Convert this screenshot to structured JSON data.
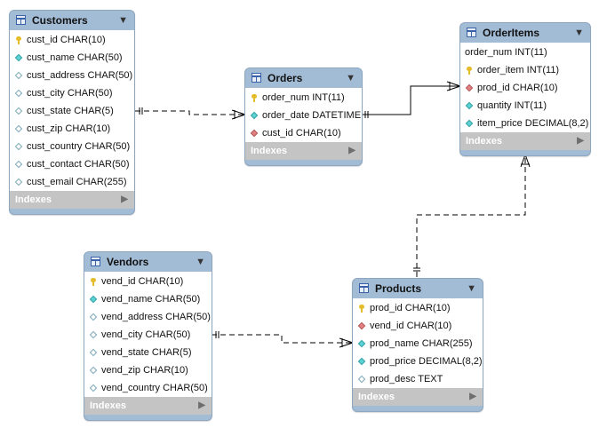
{
  "diagram": {
    "tables": [
      {
        "id": "customers",
        "name": "Customers",
        "indexes_label": "Indexes",
        "columns": [
          {
            "text": "cust_id CHAR(10)",
            "icon": "key-icon"
          },
          {
            "text": "cust_name CHAR(50)",
            "icon": "cyan-diamond-icon"
          },
          {
            "text": "cust_address CHAR(50)",
            "icon": "empty-diamond-icon"
          },
          {
            "text": "cust_city CHAR(50)",
            "icon": "empty-diamond-icon"
          },
          {
            "text": "cust_state CHAR(5)",
            "icon": "empty-diamond-icon"
          },
          {
            "text": "cust_zip CHAR(10)",
            "icon": "empty-diamond-icon"
          },
          {
            "text": "cust_country CHAR(50)",
            "icon": "empty-diamond-icon"
          },
          {
            "text": "cust_contact CHAR(50)",
            "icon": "empty-diamond-icon"
          },
          {
            "text": "cust_email CHAR(255)",
            "icon": "empty-diamond-icon"
          }
        ]
      },
      {
        "id": "orders",
        "name": "Orders",
        "indexes_label": "Indexes",
        "columns": [
          {
            "text": "order_num INT(11)",
            "icon": "key-icon"
          },
          {
            "text": "order_date DATETIME",
            "icon": "cyan-diamond-icon"
          },
          {
            "text": "cust_id CHAR(10)",
            "icon": "red-diamond-icon"
          }
        ]
      },
      {
        "id": "orderitems",
        "name": "OrderItems",
        "indexes_label": "Indexes",
        "columns": [
          {
            "text": "order_num INT(11)",
            "icon": "none"
          },
          {
            "text": "order_item INT(11)",
            "icon": "key-icon"
          },
          {
            "text": "prod_id CHAR(10)",
            "icon": "red-diamond-icon"
          },
          {
            "text": "quantity INT(11)",
            "icon": "cyan-diamond-icon"
          },
          {
            "text": "item_price DECIMAL(8,2)",
            "icon": "cyan-diamond-icon"
          }
        ]
      },
      {
        "id": "vendors",
        "name": "Vendors",
        "indexes_label": "Indexes",
        "columns": [
          {
            "text": "vend_id CHAR(10)",
            "icon": "key-icon"
          },
          {
            "text": "vend_name CHAR(50)",
            "icon": "cyan-diamond-icon"
          },
          {
            "text": "vend_address CHAR(50)",
            "icon": "empty-diamond-icon"
          },
          {
            "text": "vend_city CHAR(50)",
            "icon": "empty-diamond-icon"
          },
          {
            "text": "vend_state CHAR(5)",
            "icon": "empty-diamond-icon"
          },
          {
            "text": "vend_zip CHAR(10)",
            "icon": "empty-diamond-icon"
          },
          {
            "text": "vend_country CHAR(50)",
            "icon": "empty-diamond-icon"
          }
        ]
      },
      {
        "id": "products",
        "name": "Products",
        "indexes_label": "Indexes",
        "columns": [
          {
            "text": "prod_id CHAR(10)",
            "icon": "key-icon"
          },
          {
            "text": "vend_id CHAR(10)",
            "icon": "red-diamond-icon"
          },
          {
            "text": "prod_name CHAR(255)",
            "icon": "cyan-diamond-icon"
          },
          {
            "text": "prod_price DECIMAL(8,2)",
            "icon": "cyan-diamond-icon"
          },
          {
            "text": "prod_desc TEXT",
            "icon": "empty-diamond-icon"
          }
        ]
      }
    ],
    "relationships": [
      {
        "from": "customers",
        "to": "orders",
        "style": "dashed"
      },
      {
        "from": "orders",
        "to": "orderitems",
        "style": "solid"
      },
      {
        "from": "products",
        "to": "orderitems",
        "style": "dashed"
      },
      {
        "from": "vendors",
        "to": "products",
        "style": "dashed"
      }
    ],
    "colors": {
      "header": "#a3bcd6",
      "indexes_bar": "#c4c4c4",
      "key": "#e5bd2b",
      "cyan_diamond": "#5dd2d4",
      "red_diamond": "#e08080"
    }
  }
}
